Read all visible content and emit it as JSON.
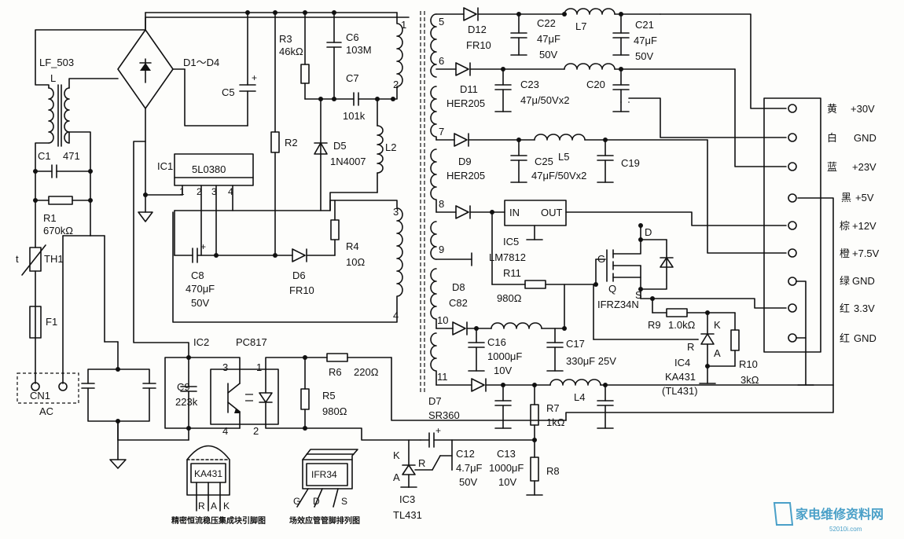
{
  "labels": {
    "lf503": "LF_503",
    "l": "L",
    "c1": "C1",
    "c1_val": "471",
    "r1": "R1",
    "r1_val": "670kΩ",
    "t": "t",
    "th1": "TH1",
    "f1": "F1",
    "cn1": "CN1",
    "ac": "AC",
    "d1d4": "D1～D4",
    "c5": "C5",
    "r3": "R3",
    "r3_val": "46kΩ",
    "c6": "C6",
    "c6_val": "103M",
    "c7": "C7",
    "c7_val": "101k",
    "r2": "R2",
    "d5": "D5",
    "d5_val": "1N4007",
    "l2": "L2",
    "ic1": "IC1",
    "ic1_chip": "5L0380",
    "ic1_p1": "1",
    "ic1_p2": "2",
    "ic1_p3": "3",
    "ic1_p4": "4",
    "c8": "C8",
    "c8_val1": "470μF",
    "c8_val2": "50V",
    "d6": "D6",
    "d6_val": "FR10",
    "r4": "R4",
    "r4_val": "10Ω",
    "ic2": "IC2",
    "ic2_val": "PC817",
    "c9": "C9",
    "c9_val": "223k",
    "opto_p3": "3",
    "opto_p1": "1",
    "opto_p4": "4",
    "opto_p2": "2",
    "r6": "R6",
    "r6_val": "220Ω",
    "r5": "R5",
    "r5_val": "980Ω",
    "ka431_chip": "KA431",
    "ka431_pins": [
      "R",
      "A",
      "K"
    ],
    "ka431_caption": "精密恒流稳压集成块引脚图",
    "ifr34_chip": "IFR34",
    "ifr34_pins": [
      "G",
      "D",
      "S"
    ],
    "ifr34_caption": "场效应管管脚排列图",
    "ic3": "IC3",
    "ic3_val": "TL431",
    "ic3_k": "K",
    "ic3_a": "A",
    "ic3_r": "R",
    "c12": "C12",
    "c12_val1": "4.7μF",
    "c12_val2": "50V",
    "c13": "C13",
    "c13_val1": "1000μF",
    "c13_val2": "10V",
    "r7": "R7",
    "r7_val": "1kΩ",
    "r8": "R8",
    "d7": "D7",
    "d7_val": "SR360",
    "l4": "L4",
    "w1": "1",
    "w2": "2",
    "w3": "3",
    "w4": "4",
    "w5": "5",
    "w6": "6",
    "w7": "7",
    "w8": "8",
    "w9": "9",
    "w10": "10",
    "w11": "11",
    "d12": "D12",
    "d12_val": "FR10",
    "c22": "C22",
    "c22_val1": "47μF",
    "c22_val2": "50V",
    "l7": "L7",
    "c21": "C21",
    "c21_val1": "47μF",
    "c21_val2": "50V",
    "d11": "D11",
    "d11_val": "HER205",
    "c23": "C23",
    "c23_val": "47μ/50Vx2",
    "c20": "C20",
    "d9": "D9",
    "d9_val": "HER205",
    "c25": "C25",
    "l5": "L5",
    "c25_val": "47μF/50Vx2",
    "c19": "C19",
    "ic5_in": "IN",
    "ic5_out": "OUT",
    "ic5": "IC5",
    "ic5_val": "LM7812",
    "r11": "R11",
    "r11_val": "980Ω",
    "d8": "D8",
    "d8_val": "C82",
    "q_d": "D",
    "q_g": "G",
    "q": "Q",
    "q_s": "S",
    "q_val": "IFRZ34N",
    "r9": "R9",
    "r9_val": "1.0kΩ",
    "ic4_k": "K",
    "ic4_r": "R",
    "ic4_a": "A",
    "ic4": "IC4",
    "ic4_val1": "KA431",
    "ic4_val2": "(TL431)",
    "r10": "R10",
    "r10_val": "3kΩ",
    "c16": "C16",
    "c16_val1": "1000μF",
    "c16_val2": "10V",
    "c17": "C17",
    "c17_val": "330μF 25V"
  },
  "connector": [
    {
      "color": "黄",
      "signal": "+30V"
    },
    {
      "color": "白",
      "signal": "GND"
    },
    {
      "color": "蓝",
      "signal": "+23V"
    },
    {
      "color": "黑",
      "signal": "+5V"
    },
    {
      "color": "棕",
      "signal": "+12V"
    },
    {
      "color": "橙",
      "signal": "+7.5V"
    },
    {
      "color": "绿",
      "signal": "GND"
    },
    {
      "color": "红",
      "signal": "3.3V"
    },
    {
      "color": "红",
      "signal": "GND"
    }
  ],
  "watermark": {
    "text": "家电维修资料网",
    "sub": "52010i.com"
  },
  "colors": {
    "ink": "#111111",
    "watermark": "#4aa0c8"
  }
}
